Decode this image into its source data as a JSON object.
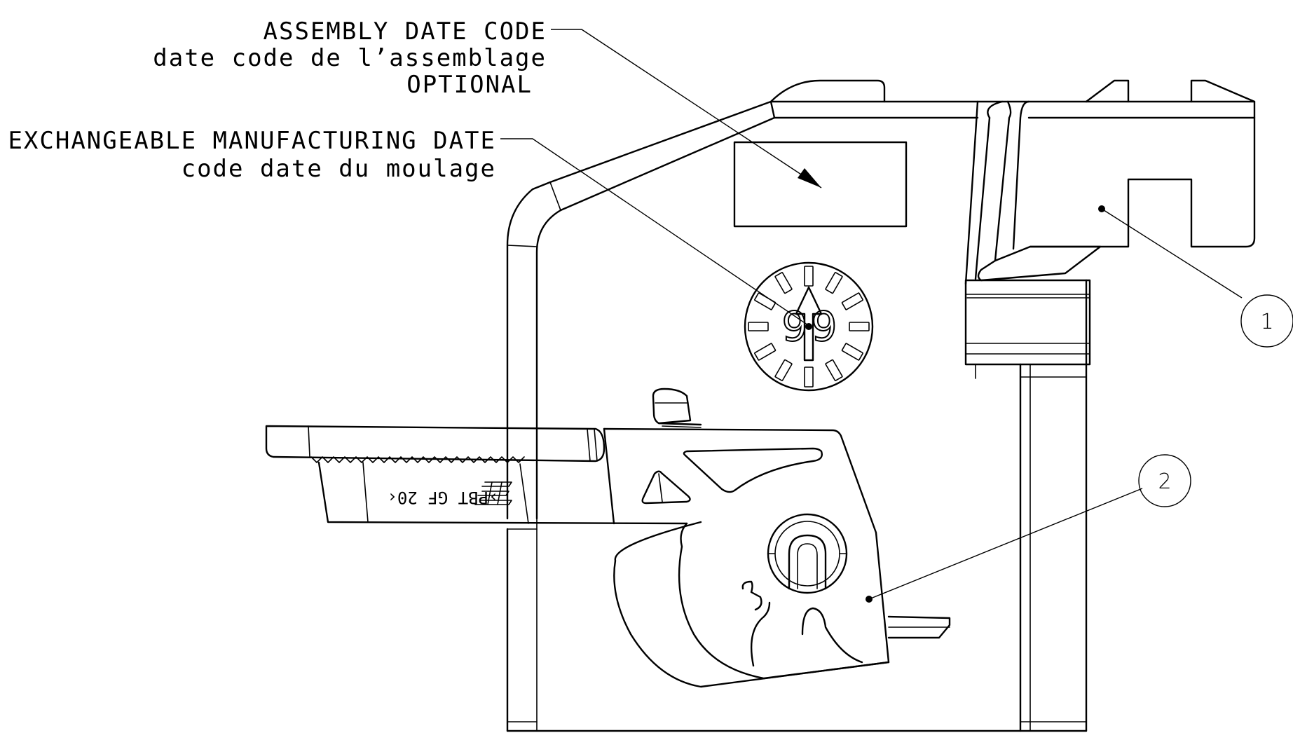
{
  "callouts": {
    "assembly_line1": "ASSEMBLY DATE CODE",
    "assembly_line2": "date code de l’assemblage",
    "assembly_line3": "OPTIONAL",
    "exchangeable_line1": "EXCHANGEABLE MANUFACTURING DATE",
    "exchangeable_line2": "code date du moulage"
  },
  "dial": {
    "left_digit": "9",
    "right_digit": "9"
  },
  "molding_mark": "›PBT GF 20‹",
  "balloons": {
    "b1": "1",
    "b2": "2"
  }
}
